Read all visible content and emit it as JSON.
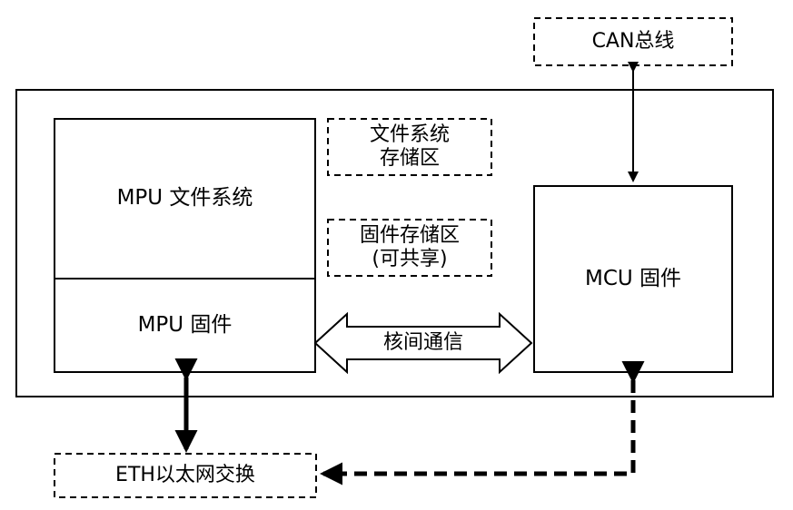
{
  "diagram": {
    "can_bus": "CAN总线",
    "mpu_fs": "MPU 文件系统",
    "fs_storage": "文件系统\n存储区",
    "fw_storage": "固件存储区\n(可共享)",
    "mpu_fw": "MPU 固件",
    "mcu_fw": "MCU 固件",
    "ipc": "核间通信",
    "eth_switch": "ETH以太网交换"
  },
  "colors": {
    "stroke": "#000000",
    "fill": "#ffffff"
  }
}
